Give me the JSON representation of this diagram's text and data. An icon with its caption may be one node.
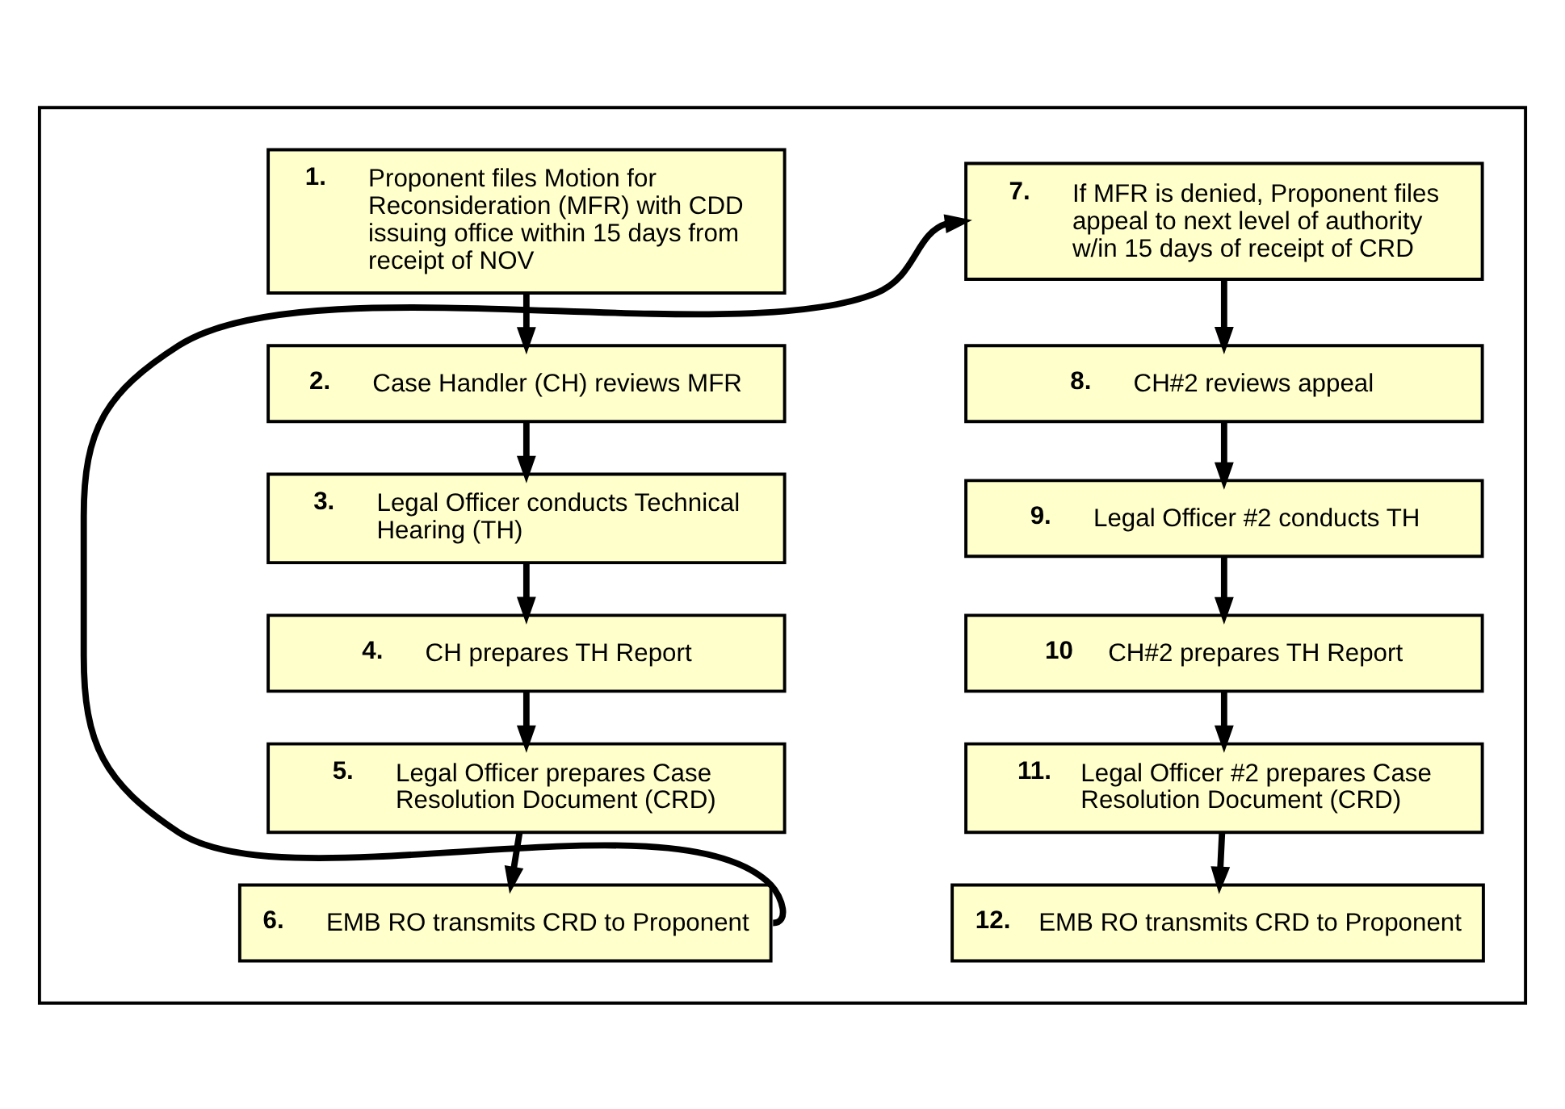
{
  "diagram": {
    "nodes": [
      {
        "text": [],
        "shape": "box"
      },
      {
        "text": [
          "1.",
          "Proponent files Motion for Reconsideration (MFR) with CDD issuing office within 15 days from receipt of NOV"
        ],
        "in": 0
      },
      {
        "text": [
          "2.",
          "Case Handler (CH) reviews MFR"
        ],
        "in": 0
      },
      {
        "text": [
          "3.",
          "Legal Officer conducts Technical Hearing (TH)"
        ],
        "in": 0
      },
      {
        "text": [
          "4.",
          "CH prepares TH Report"
        ],
        "in": 0
      },
      {
        "text": [
          "5.",
          "Legal Officer prepares Case Resolution Document (CRD)"
        ],
        "in": 0
      },
      {
        "text": [
          "6.",
          "EMB RO transmits CRD to Proponent"
        ],
        "in": 0
      },
      {
        "text": [
          "7.",
          "If MFR is denied, Proponent files appeal to next level of authority w/in 15 days of receipt of CRD"
        ],
        "in": 0
      },
      {
        "text": [
          "8.",
          "CH#2 reviews appeal"
        ],
        "in": 0
      },
      {
        "text": [
          "9.",
          "Legal Officer #2 conducts TH"
        ],
        "in": 0
      },
      {
        "text": [
          "10",
          "CH#2 prepares TH Report"
        ],
        "in": 0
      },
      {
        "text": [
          "11.",
          "Legal Officer #2 prepares Case Resolution Document (CRD)"
        ],
        "in": 0
      },
      {
        "text": [
          "12.",
          "EMB RO transmits CRD to Proponent"
        ],
        "in": 0
      }
    ],
    "edges": [
      {
        "from": 1,
        "to": 2,
        "arrow": "to"
      },
      {
        "from": 2,
        "to": 3,
        "arrow": "to"
      },
      {
        "from": 3,
        "to": 4,
        "arrow": "to"
      },
      {
        "from": 4,
        "to": 5,
        "arrow": "to"
      },
      {
        "from": 5,
        "to": 6,
        "arrow": "to"
      },
      {
        "from": 6,
        "to": 7,
        "arrow": "to"
      },
      {
        "from": 7,
        "to": 8,
        "arrow": "to"
      },
      {
        "from": 8,
        "to": 9,
        "arrow": "to"
      },
      {
        "from": 9,
        "to": 10,
        "arrow": "to"
      },
      {
        "from": 10,
        "to": 11,
        "arrow": "to"
      },
      {
        "from": 11,
        "to": 12,
        "arrow": "to"
      }
    ]
  }
}
